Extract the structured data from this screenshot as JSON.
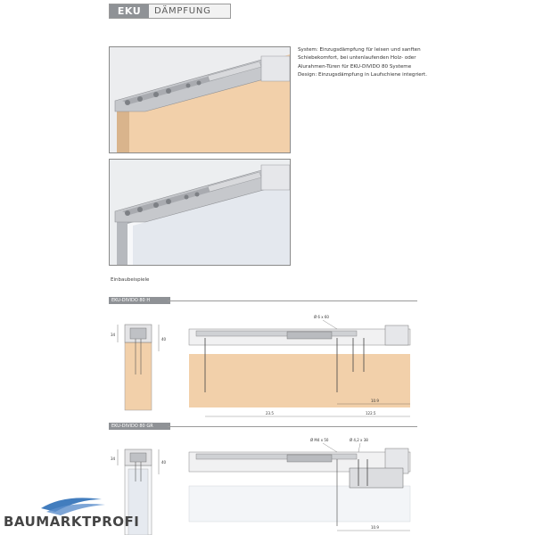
{
  "header": {
    "logo": "EKU",
    "title": "DÄMPFUNG"
  },
  "description": {
    "lines": [
      "System: Einzugsdämpfung für leisen und sanften",
      "Schiebekomfort, bei untenlaufenden Holz- oder",
      "Alurahmen-Türen für EKU-DIVIDO 80 Systeme",
      "Design: Einzugsdämpfung in Laufschiene integriert."
    ]
  },
  "section_label": "Einbaubeispiele",
  "examples": [
    {
      "tab": "EKU-DIVIDO 80 H",
      "section_dims": [
        "34",
        "40"
      ],
      "callouts": [
        "Ø 6 x 60"
      ],
      "dims": [
        "23.5",
        "10.9",
        "122.5"
      ]
    },
    {
      "tab": "EKU-DIVIDO 80 GR",
      "section_dims": [
        "34",
        "40"
      ],
      "callouts": [
        "Ø M4 x 50",
        "Ø 4,2 x 38"
      ],
      "dims": [
        "10.9"
      ]
    }
  ],
  "watermark": "BAUMARKTPROFI",
  "colors": {
    "wood": "#f2d0aa",
    "metal": "#c8c8c8",
    "frame": "#8f9296"
  }
}
